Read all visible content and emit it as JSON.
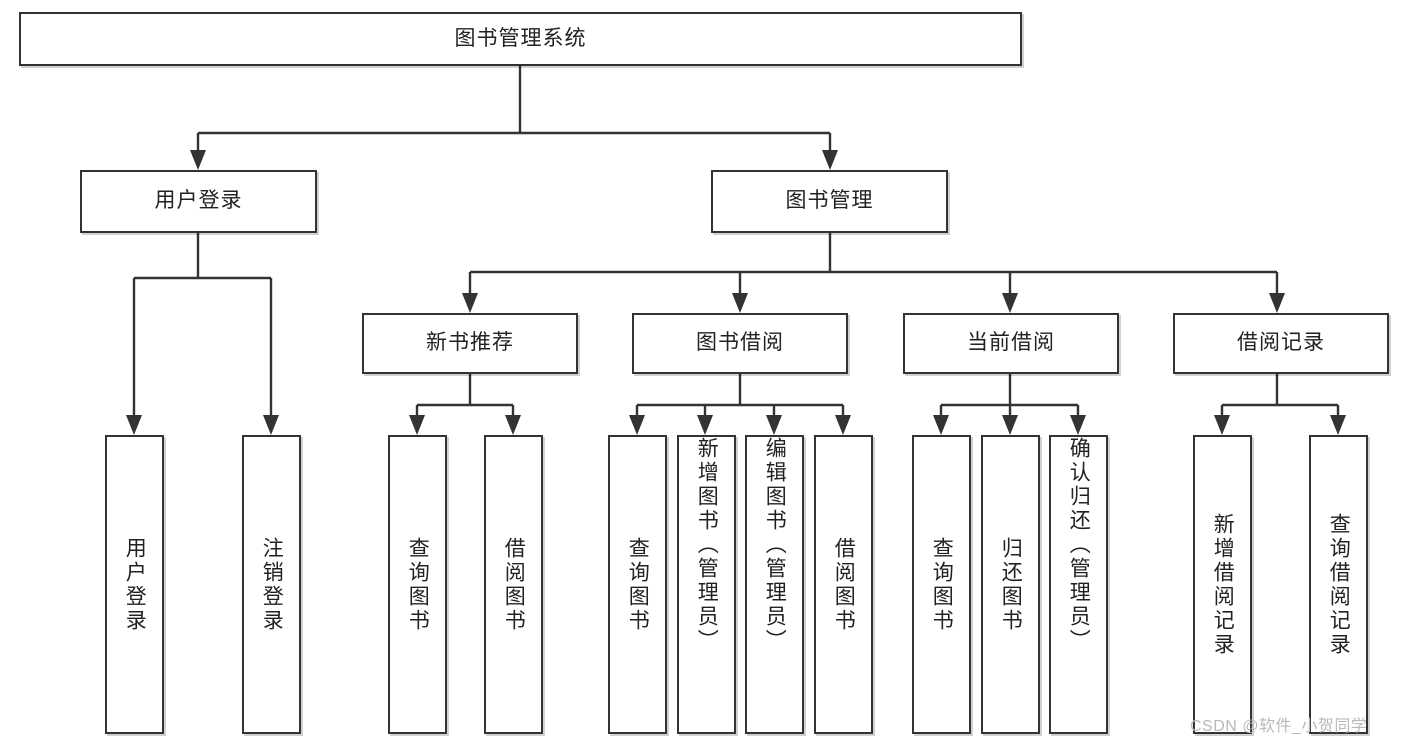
{
  "diagram": {
    "type": "tree-hierarchy-flowchart",
    "title": "图书管理系统",
    "watermark": "CSDN @软件_小贺同学",
    "colors": {
      "background": "#ffffff",
      "box_border": "#333333",
      "box_fill": "#ffffff",
      "connector": "#333333",
      "text": "#222222",
      "watermark": "#b9b9b9"
    },
    "root": {
      "label": "图书管理系统"
    },
    "level2": [
      {
        "label": "用户登录"
      },
      {
        "label": "图书管理"
      }
    ],
    "level3": [
      {
        "label": "新书推荐"
      },
      {
        "label": "图书借阅"
      },
      {
        "label": "当前借阅"
      },
      {
        "label": "借阅记录"
      }
    ],
    "leaves": {
      "user_login": [
        {
          "label": "用户登录"
        },
        {
          "label": "注销登录"
        }
      ],
      "new_book_recommend": [
        {
          "label": "查询图书"
        },
        {
          "label": "借阅图书"
        }
      ],
      "book_borrow": [
        {
          "label": "查询图书"
        },
        {
          "label": "新增图书（管理员）"
        },
        {
          "label": "编辑图书（管理员）"
        },
        {
          "label": "借阅图书"
        }
      ],
      "current_borrow": [
        {
          "label": "查询图书"
        },
        {
          "label": "归还图书"
        },
        {
          "label": "确认归还（管理员）"
        }
      ],
      "borrow_record": [
        {
          "label": "新增借阅记录"
        },
        {
          "label": "查询借阅记录"
        }
      ]
    }
  }
}
